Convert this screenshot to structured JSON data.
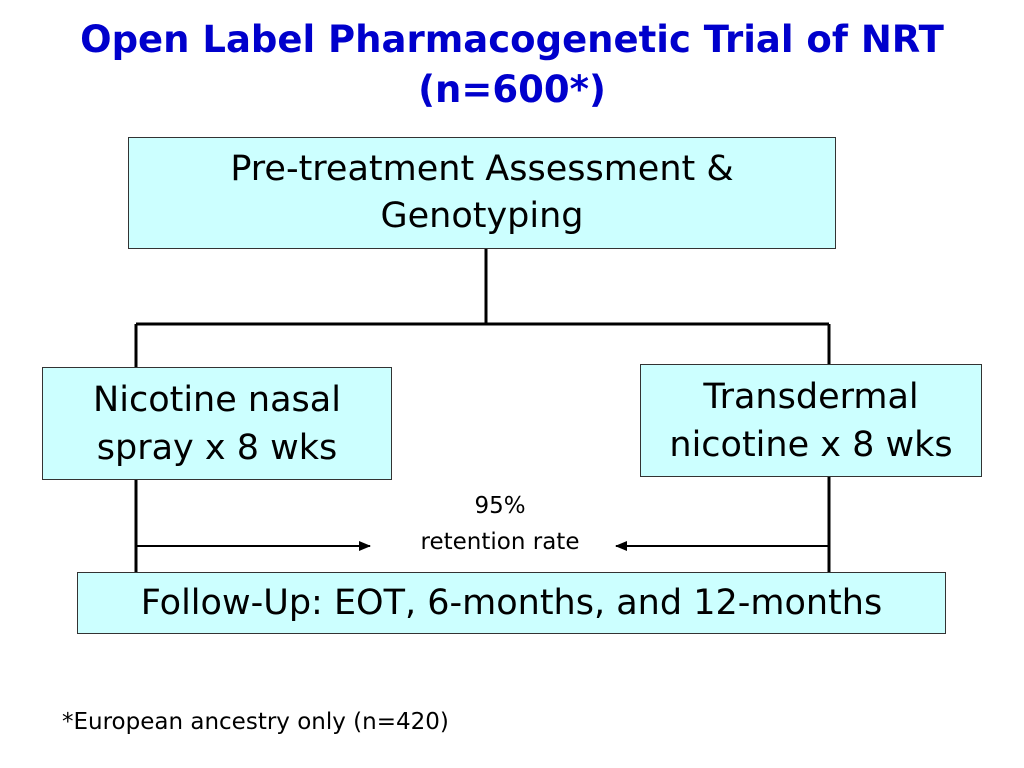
{
  "title": {
    "line1": "Open Label Pharmacogenetic Trial of NRT",
    "line2": "(n=600*)"
  },
  "boxes": {
    "pretreatment": {
      "line1": "Pre-treatment Assessment &",
      "line2": "Genotyping"
    },
    "nasal_spray": {
      "line1": "Nicotine nasal",
      "line2": "spray x 8 wks"
    },
    "transdermal": {
      "line1": "Transdermal",
      "line2": "nicotine x 8 wks"
    },
    "followup": {
      "line1": "Follow-Up: EOT, 6-months, and 12-months"
    }
  },
  "retention": {
    "line1": "95%",
    "line2": "retention rate"
  },
  "footnote": "*European ancestry only (n=420)",
  "colors": {
    "title": "#0000cc",
    "box_fill": "#ccffff",
    "box_border": "#333333",
    "connector": "#000000"
  }
}
